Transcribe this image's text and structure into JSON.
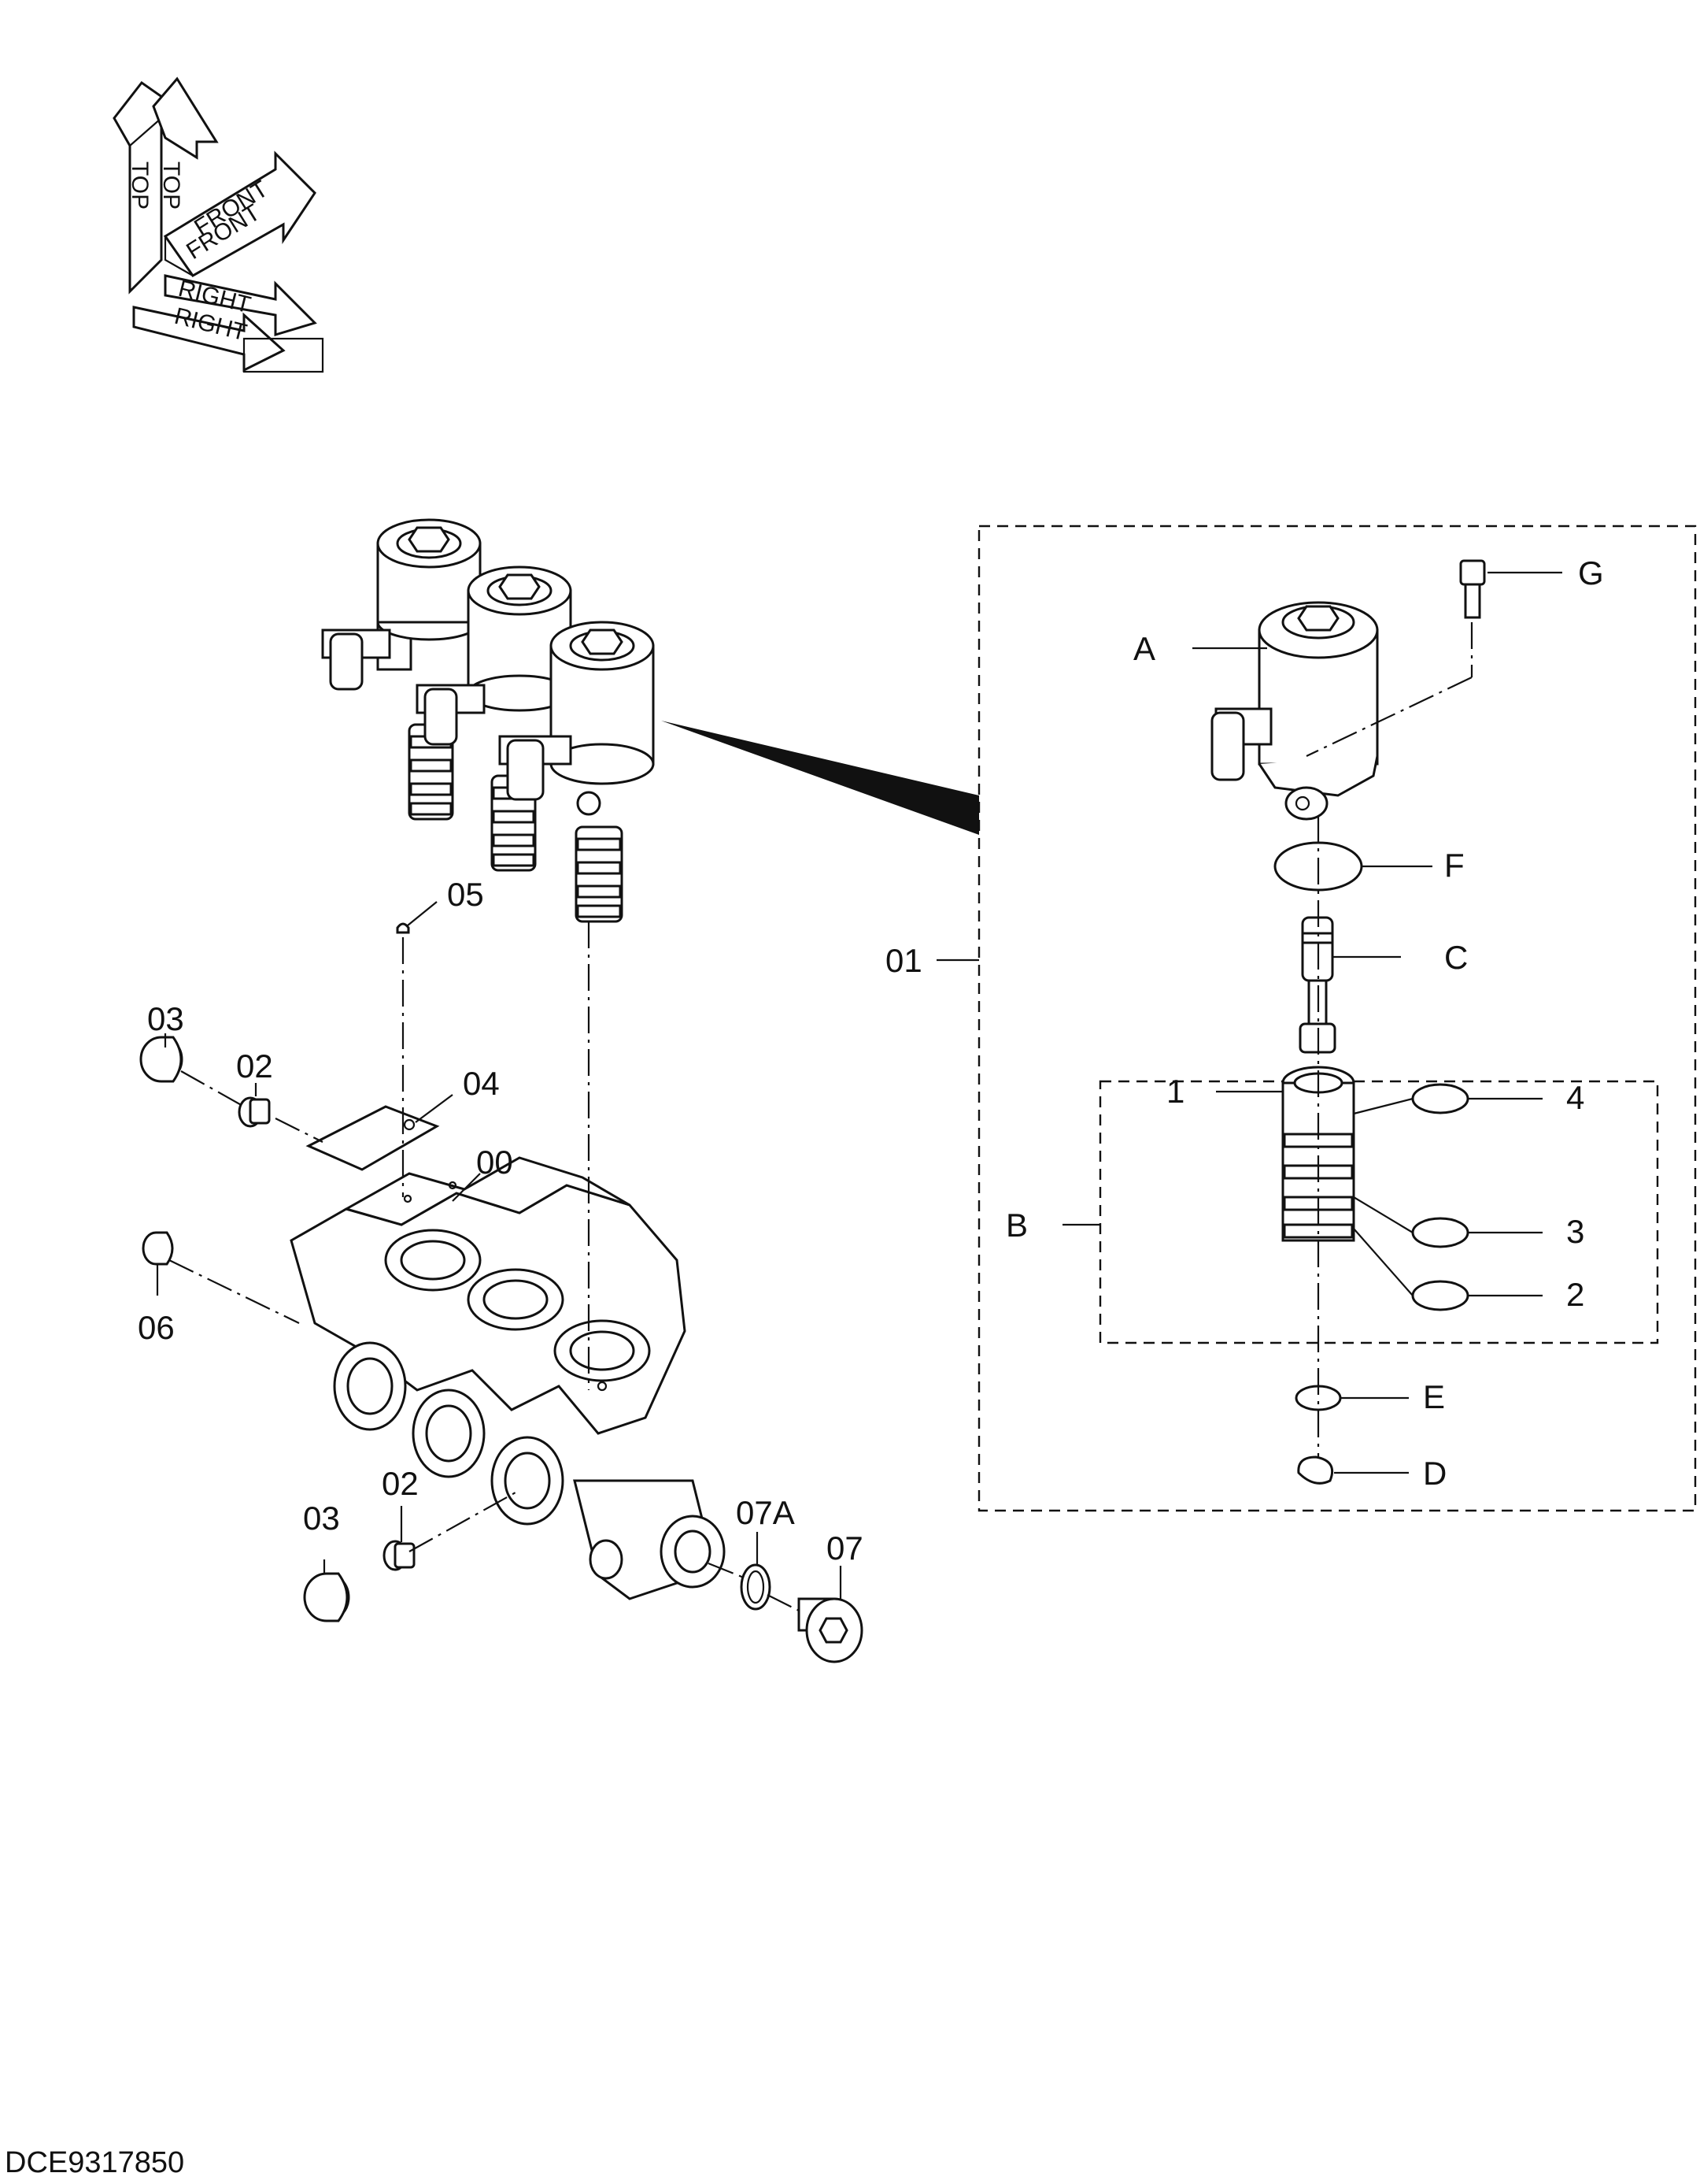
{
  "orientation": {
    "top": "TOP",
    "front": "FRONT",
    "right": "RIGHT"
  },
  "callouts": {
    "p00": "00",
    "p01": "01",
    "p02a": "02",
    "p02b": "02",
    "p03a": "03",
    "p03b": "03",
    "p04": "04",
    "p05": "05",
    "p06": "06",
    "p07": "07",
    "p07A": "07A",
    "A": "A",
    "B": "B",
    "C": "C",
    "D": "D",
    "E": "E",
    "F": "F",
    "G": "G",
    "n1": "1",
    "n2": "2",
    "n3": "3",
    "n4": "4"
  },
  "drawing_number": "DCE9317850",
  "colors": {
    "line": "#111111",
    "background": "#ffffff"
  }
}
